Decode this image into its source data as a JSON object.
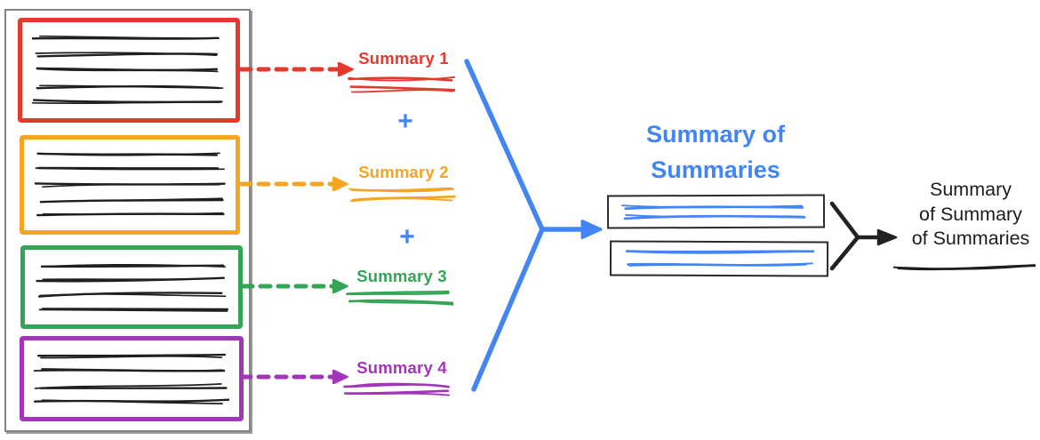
{
  "palette": {
    "red": "#e5392e",
    "orange": "#f6a523",
    "green": "#35a457",
    "purple": "#a136b8",
    "blue": "#4285f4",
    "ink": "#1f1f1f",
    "frame_gray": "#848484"
  },
  "sources": [
    {
      "label": "Summary 1",
      "doc_lines": 5
    },
    {
      "label": "Summary 2",
      "doc_lines": 5
    },
    {
      "label": "Summary 3",
      "doc_lines": 4
    },
    {
      "label": "Summary 4",
      "doc_lines": 4
    }
  ],
  "plus_sign": "+",
  "aggregate": {
    "title": "Summary of Summaries"
  },
  "final": {
    "line1": "Summary",
    "line2": "of Summary",
    "line3": "of Summaries"
  }
}
